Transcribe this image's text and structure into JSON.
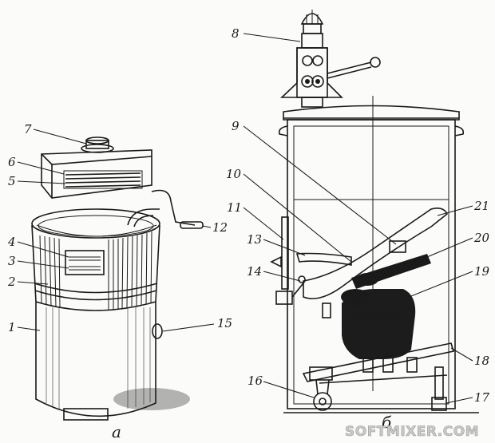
{
  "figure": {
    "labels": [
      "1",
      "2",
      "3",
      "4",
      "5",
      "6",
      "7",
      "8",
      "9",
      "10",
      "11",
      "12",
      "13",
      "14",
      "15",
      "16",
      "17",
      "18",
      "19",
      "20",
      "21"
    ],
    "captions": {
      "left": "a",
      "right": "б"
    },
    "watermark": "SOFTMIXER.COM"
  }
}
